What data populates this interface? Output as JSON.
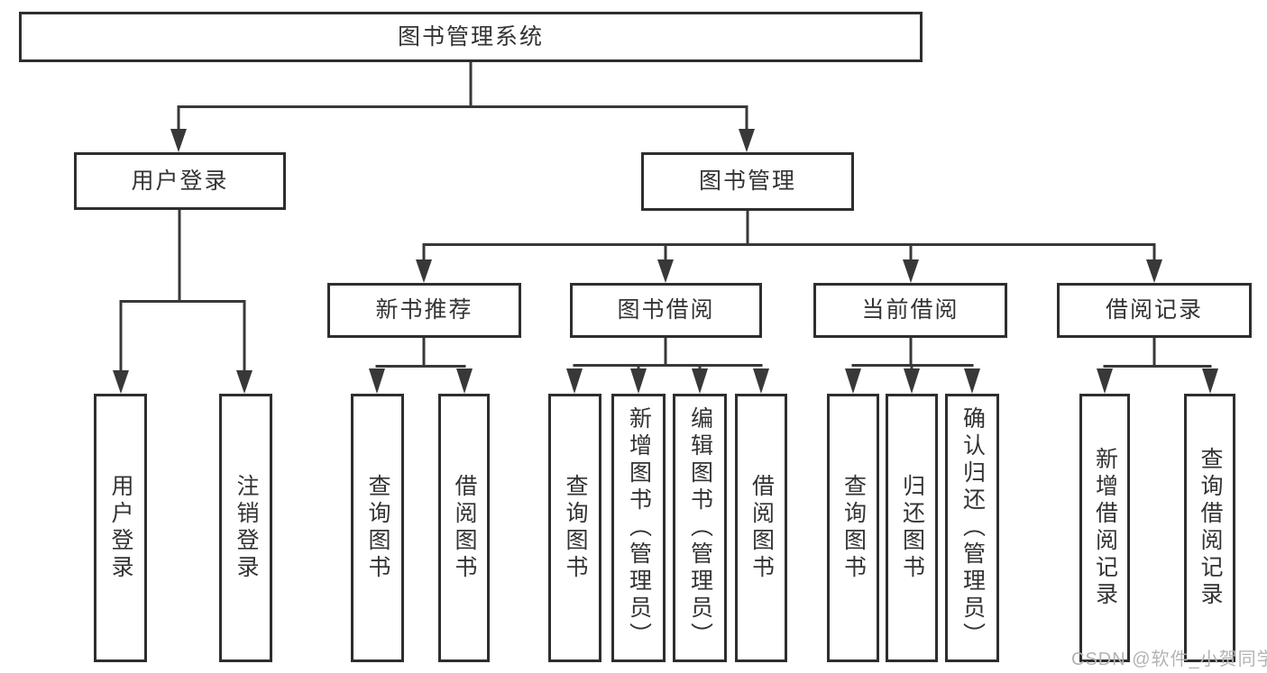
{
  "tree": {
    "label": "图书管理系统",
    "children": [
      {
        "label": "用户登录",
        "children": [
          {
            "label": "用户登录"
          },
          {
            "label": "注销登录"
          }
        ]
      },
      {
        "label": "图书管理",
        "children": [
          {
            "label": "新书推荐",
            "children": [
              {
                "label": "查询图书"
              },
              {
                "label": "借阅图书"
              }
            ]
          },
          {
            "label": "图书借阅",
            "children": [
              {
                "label": "查询图书"
              },
              {
                "label": "新增图书（管理员）"
              },
              {
                "label": "编辑图书（管理员）"
              },
              {
                "label": "借阅图书"
              }
            ]
          },
          {
            "label": "当前借阅",
            "children": [
              {
                "label": "查询图书"
              },
              {
                "label": "归还图书"
              },
              {
                "label": "确认归还（管理员）"
              }
            ]
          },
          {
            "label": "借阅记录",
            "children": [
              {
                "label": "新增借阅记录"
              },
              {
                "label": "查询借阅记录"
              }
            ]
          }
        ]
      }
    ]
  },
  "watermark": {
    "text": "CSDN @软件_小贺同学"
  },
  "colors": {
    "line": "#383838",
    "border": "#2e2e2e",
    "text": "#333333",
    "watermark": "#b3b3b3",
    "bg": "#ffffff"
  }
}
